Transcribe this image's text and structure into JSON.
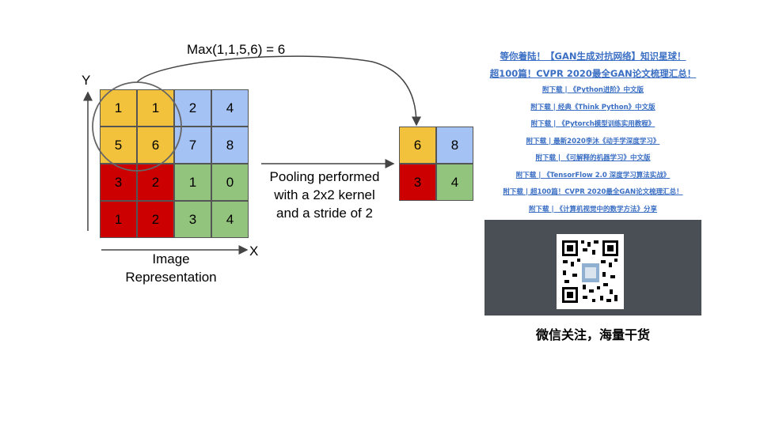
{
  "input": {
    "cells": [
      [
        "1",
        "1",
        "2",
        "4"
      ],
      [
        "5",
        "6",
        "7",
        "8"
      ],
      [
        "3",
        "2",
        "1",
        "0"
      ],
      [
        "1",
        "2",
        "3",
        "4"
      ]
    ],
    "colors": {
      "yellow": "#F3C23D",
      "blue": "#A4C2F4",
      "red": "#CC0000",
      "green": "#93C47D"
    }
  },
  "output": {
    "cells": [
      [
        "6",
        "8"
      ],
      [
        "3",
        "4"
      ]
    ]
  },
  "labels": {
    "max_formula": "Max(1,1,5,6) = 6",
    "y_axis": "Y",
    "x_axis": "X",
    "image_line1": "Image",
    "image_line2": "Representation",
    "pool_line1": "Pooling performed",
    "pool_line2": "with a 2x2 kernel",
    "pool_line3": "and a stride of 2"
  },
  "promo": {
    "headline1": "等你着陆！【GAN生成对抗网络】知识星球！",
    "headline2": "超100篇！CVPR 2020最全GAN论文梳理汇总！",
    "links": [
      "附下载 | 《Python进阶》中文版",
      "附下载 | 经典《Think Python》中文版",
      "附下载 | 《Pytorch模型训练实用教程》",
      "附下载 | 最新2020李沐《动手学深度学习》",
      "附下载 | 《可解释的机器学习》中文版",
      "附下载 | 《TensorFlow 2.0 深度学习算法实战》",
      "附下载 | 超100篇！CVPR 2020最全GAN论文梳理汇总！",
      "附下载 | 《计算机视觉中的数学方法》分享"
    ],
    "caption": "微信关注，海量干货"
  }
}
